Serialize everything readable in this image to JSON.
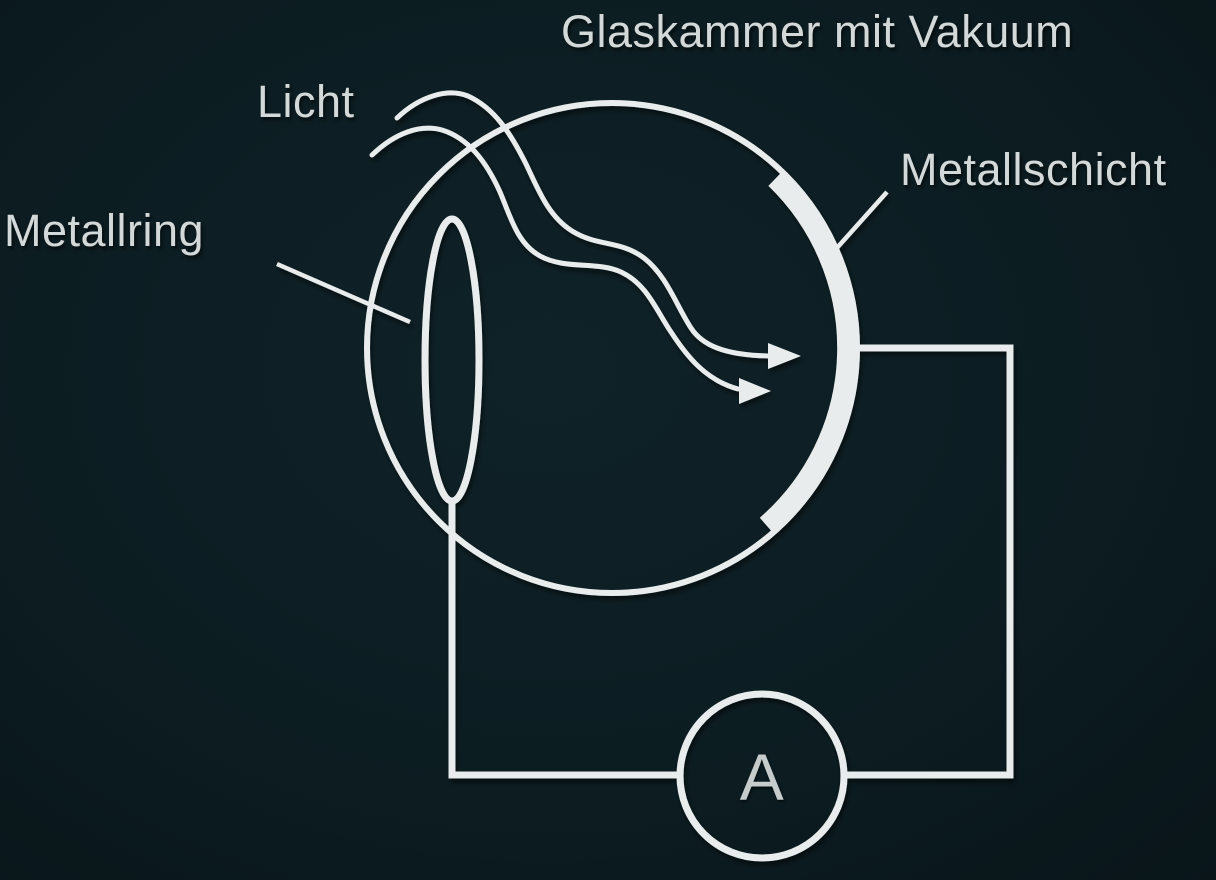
{
  "diagram": {
    "title": "Glaskammer mit Vakuum",
    "labels": {
      "light": "Licht",
      "metal_ring": "Metallring",
      "metal_layer": "Metallschicht",
      "ammeter": "A"
    },
    "colors": {
      "background": "#0c1d22",
      "line": "#e9ecec",
      "text": "#d3d8d8"
    }
  }
}
